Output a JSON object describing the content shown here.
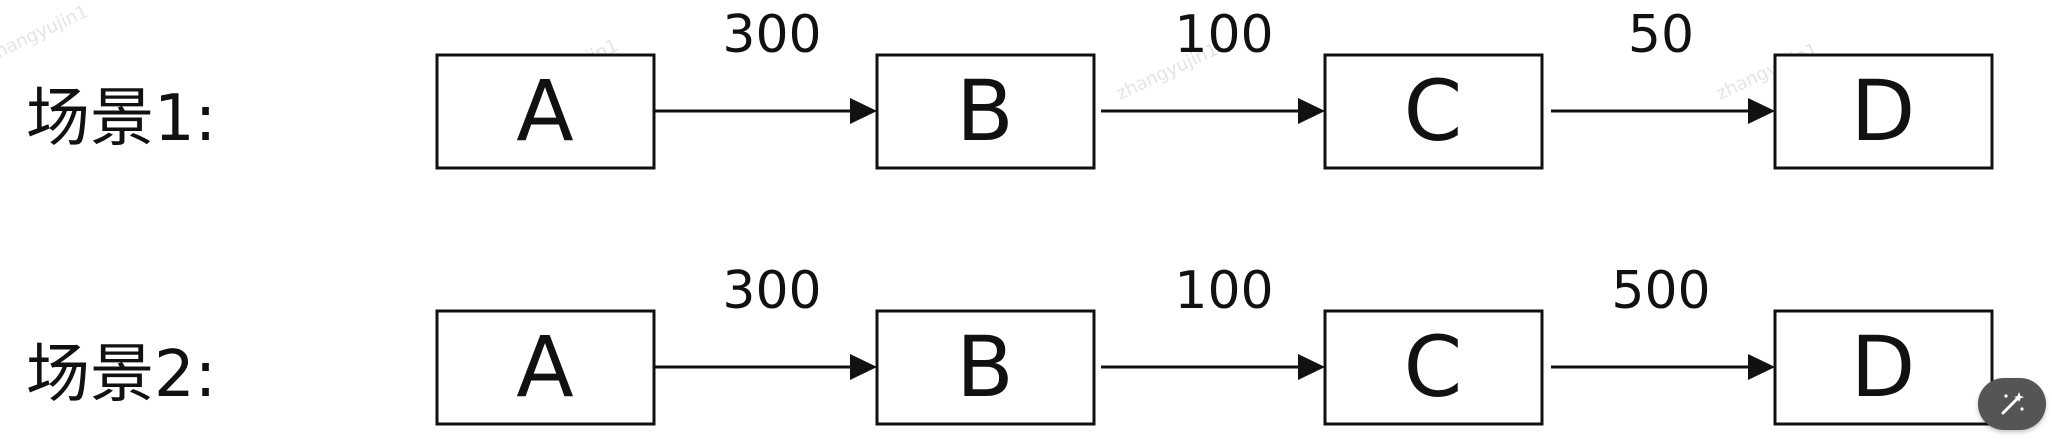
{
  "watermark": "zhangyujin1",
  "colors": {
    "stroke": "#111111",
    "background": "#ffffff",
    "button": "#555555"
  },
  "rows": [
    {
      "label": "场景1:",
      "nodes": [
        "A",
        "B",
        "C",
        "D"
      ],
      "edges": [
        {
          "from": "A",
          "to": "B",
          "value": "300"
        },
        {
          "from": "B",
          "to": "C",
          "value": "100"
        },
        {
          "from": "C",
          "to": "D",
          "value": "50"
        }
      ]
    },
    {
      "label": "场景2:",
      "nodes": [
        "A",
        "B",
        "C",
        "D"
      ],
      "edges": [
        {
          "from": "A",
          "to": "B",
          "value": "300"
        },
        {
          "from": "B",
          "to": "C",
          "value": "100"
        },
        {
          "from": "C",
          "to": "D",
          "value": "500"
        }
      ]
    }
  ],
  "overlay_button": {
    "icon": "magic-wand-icon"
  }
}
